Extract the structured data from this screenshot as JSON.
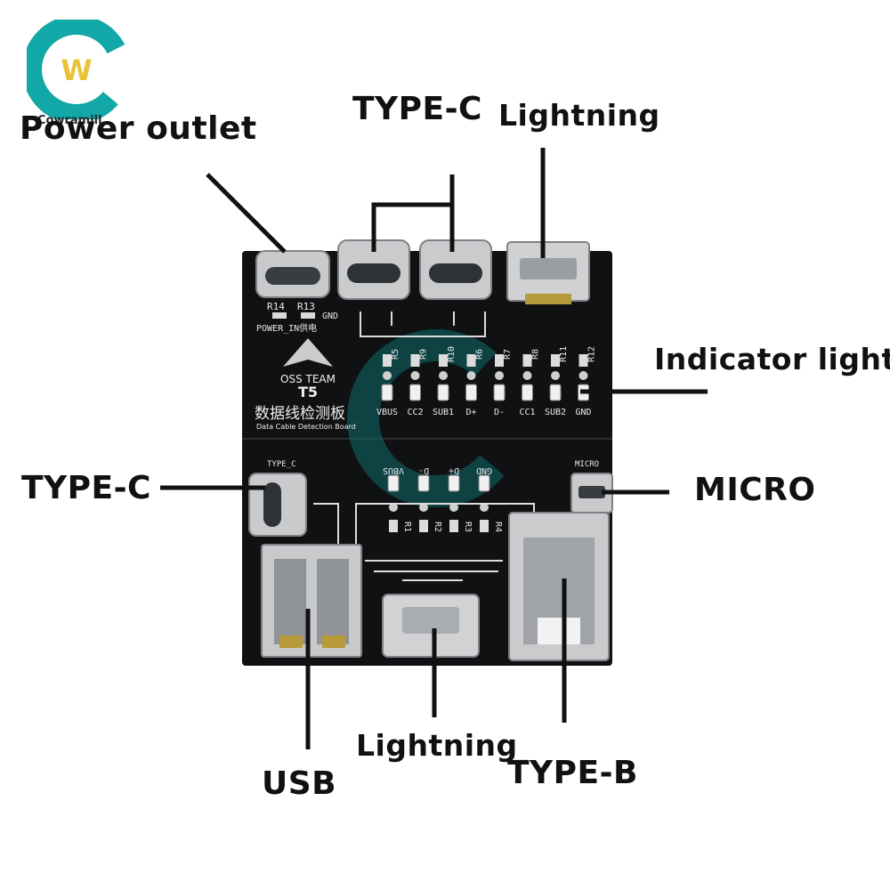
{
  "brand": {
    "name": "Cowramill",
    "logo_letter": "W",
    "primary_color": "#12a8a8",
    "accent_color": "#e8c33a"
  },
  "callouts": {
    "power_outlet": "Power outlet",
    "type_c_top": "TYPE-C",
    "lightning_top": "Lightning",
    "indicator_light": "Indicator light",
    "type_c_left": "TYPE-C",
    "micro": "MICRO",
    "usb": "USB",
    "lightning_bottom": "Lightning",
    "type_b": "TYPE-B"
  },
  "board": {
    "team": "OSS TEAM",
    "model": "T5",
    "title_cn": "数据线检测板",
    "title_en": "Data Cable Detection Board",
    "power_label": "POWER_IN供电",
    "gnd_label": "GND",
    "r14": "R14",
    "r13": "R13",
    "type_c_port_label": "TYPE_C",
    "micro_port_label": "MICRO",
    "top_resistors": [
      "R5",
      "R9",
      "R10",
      "R6",
      "R7",
      "R8",
      "R11",
      "R12"
    ],
    "top_leds": [
      "VBUS",
      "CC2",
      "SUB1",
      "D+",
      "D-",
      "CC1",
      "SUB2",
      "GND"
    ],
    "bottom_leds": [
      "VBUS",
      "D-",
      "D+",
      "GND"
    ],
    "bottom_resistors": [
      "R1",
      "R2",
      "R3",
      "R4"
    ]
  }
}
